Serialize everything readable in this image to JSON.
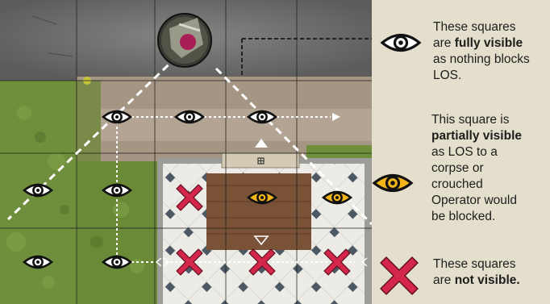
{
  "board": {
    "map_icon": "grid-icon",
    "markers": {
      "visible": "eye-white-icon",
      "partial": "eye-yellow-icon",
      "blocked": "red-x-icon",
      "move_arrow": "triangle-icon"
    },
    "colors": {
      "road": "#5c5c5a",
      "grass": "#6f8f3c",
      "path": "#a59684",
      "floor": "#e8e6df",
      "wall": "#8a8a86",
      "rug": "#7a5237",
      "partial_eye": "#f3b51a",
      "blocked_x": "#d4264b",
      "los_line": "#ffffff"
    }
  },
  "legend": {
    "item1": {
      "icon": "eye-white-icon",
      "line1": "These squares",
      "line2_pre": "are ",
      "line2_bold": "fully visible",
      "line3": "as nothing blocks",
      "line4": "LOS."
    },
    "item2": {
      "icon": "eye-yellow-icon",
      "line1": "This square is",
      "line2_bold": "partially visible",
      "line3": "as LOS to a",
      "line4": "corpse or",
      "line5": "crouched",
      "line6": "Operator would",
      "line7": "be blocked."
    },
    "item3": {
      "icon": "red-x-icon",
      "line1": "These squares",
      "line2_pre": "are ",
      "line2_bold": "not visible."
    }
  }
}
